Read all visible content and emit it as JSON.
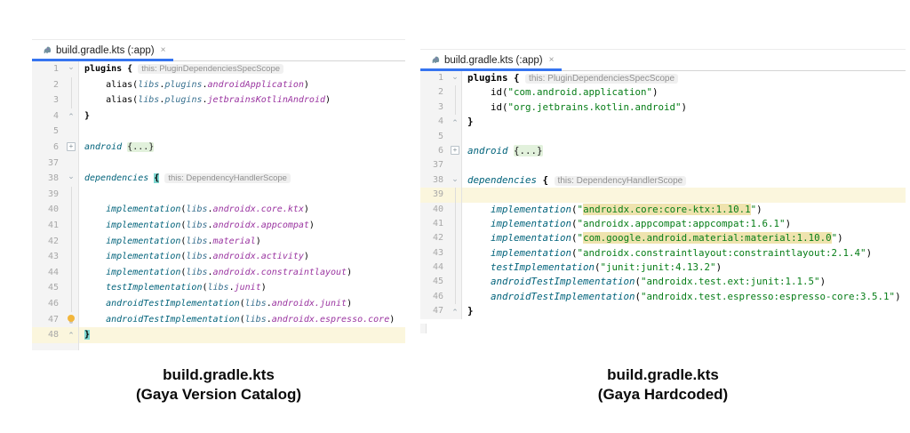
{
  "colors": {
    "tab_accent": "#3574f0",
    "string_green": "#067d17",
    "function_teal": "#00627a",
    "property_magenta": "#9a34a0",
    "brace_match_teal": "#7fd8d2",
    "current_line_bg": "#fbf6dd",
    "string_highlight_bg": "#efe3ae",
    "folded_region_bg": "#e2f1dc",
    "intention_bulb": "#f2b63c"
  },
  "left_editor": {
    "tab_title": "build.gradle.kts (:app)",
    "tab_close": "×",
    "lines": [
      {
        "n": "1",
        "g": "start",
        "cur": false,
        "t": [
          [
            "plugins ",
            "k"
          ],
          [
            "{",
            "b"
          ],
          [
            " ",
            "p"
          ],
          [
            "this: PluginDependenciesSpecScope",
            "h"
          ]
        ]
      },
      {
        "n": "2",
        "g": "line",
        "cur": false,
        "t": [
          [
            "    alias(",
            "p"
          ],
          [
            "libs",
            "l"
          ],
          [
            ".",
            "p"
          ],
          [
            "plugins",
            "l"
          ],
          [
            ".",
            "p"
          ],
          [
            "androidApplication",
            "m"
          ],
          [
            ")",
            "p"
          ]
        ]
      },
      {
        "n": "3",
        "g": "line",
        "cur": false,
        "t": [
          [
            "    alias(",
            "p"
          ],
          [
            "libs",
            "l"
          ],
          [
            ".",
            "p"
          ],
          [
            "plugins",
            "l"
          ],
          [
            ".",
            "p"
          ],
          [
            "jetbrainsKotlinAndroid",
            "m"
          ],
          [
            ")",
            "p"
          ]
        ]
      },
      {
        "n": "4",
        "g": "end",
        "cur": false,
        "t": [
          [
            "}",
            "b"
          ]
        ]
      },
      {
        "n": "5",
        "g": "",
        "cur": false,
        "t": []
      },
      {
        "n": "6",
        "g": "plus",
        "cur": false,
        "t": [
          [
            "android ",
            "f"
          ],
          [
            "{...}",
            "fd"
          ]
        ]
      },
      {
        "n": "37",
        "g": "",
        "cur": false,
        "t": []
      },
      {
        "n": "38",
        "g": "start",
        "cur": false,
        "t": [
          [
            "dependencies ",
            "f"
          ],
          [
            "{",
            "bh"
          ],
          [
            " ",
            "p"
          ],
          [
            "this: DependencyHandlerScope",
            "h"
          ]
        ]
      },
      {
        "n": "39",
        "g": "line",
        "cur": false,
        "t": []
      },
      {
        "n": "40",
        "g": "line",
        "cur": false,
        "t": [
          [
            "    ",
            "p"
          ],
          [
            "implementation",
            "f"
          ],
          [
            "(",
            "p"
          ],
          [
            "libs",
            "l"
          ],
          [
            ".",
            "p"
          ],
          [
            "androidx.core.ktx",
            "m"
          ],
          [
            ")",
            "p"
          ]
        ]
      },
      {
        "n": "41",
        "g": "line",
        "cur": false,
        "t": [
          [
            "    ",
            "p"
          ],
          [
            "implementation",
            "f"
          ],
          [
            "(",
            "p"
          ],
          [
            "libs",
            "l"
          ],
          [
            ".",
            "p"
          ],
          [
            "androidx.appcompat",
            "m"
          ],
          [
            ")",
            "p"
          ]
        ]
      },
      {
        "n": "42",
        "g": "line",
        "cur": false,
        "t": [
          [
            "    ",
            "p"
          ],
          [
            "implementation",
            "f"
          ],
          [
            "(",
            "p"
          ],
          [
            "libs",
            "l"
          ],
          [
            ".",
            "p"
          ],
          [
            "material",
            "m"
          ],
          [
            ")",
            "p"
          ]
        ]
      },
      {
        "n": "43",
        "g": "line",
        "cur": false,
        "t": [
          [
            "    ",
            "p"
          ],
          [
            "implementation",
            "f"
          ],
          [
            "(",
            "p"
          ],
          [
            "libs",
            "l"
          ],
          [
            ".",
            "p"
          ],
          [
            "androidx.activity",
            "m"
          ],
          [
            ")",
            "p"
          ]
        ]
      },
      {
        "n": "44",
        "g": "line",
        "cur": false,
        "t": [
          [
            "    ",
            "p"
          ],
          [
            "implementation",
            "f"
          ],
          [
            "(",
            "p"
          ],
          [
            "libs",
            "l"
          ],
          [
            ".",
            "p"
          ],
          [
            "androidx.constraintlayout",
            "m"
          ],
          [
            ")",
            "p"
          ]
        ]
      },
      {
        "n": "45",
        "g": "line",
        "cur": false,
        "t": [
          [
            "    ",
            "p"
          ],
          [
            "testImplementation",
            "f"
          ],
          [
            "(",
            "p"
          ],
          [
            "libs",
            "l"
          ],
          [
            ".",
            "p"
          ],
          [
            "junit",
            "m"
          ],
          [
            ")",
            "p"
          ]
        ]
      },
      {
        "n": "46",
        "g": "line",
        "cur": false,
        "t": [
          [
            "    ",
            "p"
          ],
          [
            "androidTestImplementation",
            "f"
          ],
          [
            "(",
            "p"
          ],
          [
            "libs",
            "l"
          ],
          [
            ".",
            "p"
          ],
          [
            "androidx.junit",
            "m"
          ],
          [
            ")",
            "p"
          ]
        ]
      },
      {
        "n": "47",
        "g": "bulb",
        "cur": false,
        "t": [
          [
            "    ",
            "p"
          ],
          [
            "androidTestImplementation",
            "f"
          ],
          [
            "(",
            "p"
          ],
          [
            "libs",
            "l"
          ],
          [
            ".",
            "p"
          ],
          [
            "androidx.espresso.core",
            "m"
          ],
          [
            ")",
            "p"
          ]
        ]
      },
      {
        "n": "48",
        "g": "end",
        "cur": true,
        "t": [
          [
            "}",
            "bh"
          ]
        ]
      }
    ]
  },
  "right_editor": {
    "tab_title": "build.gradle.kts (:app)",
    "tab_close": "×",
    "lines": [
      {
        "n": "1",
        "g": "start",
        "cur": false,
        "t": [
          [
            "plugins ",
            "k"
          ],
          [
            "{",
            "b"
          ],
          [
            " ",
            "p"
          ],
          [
            "this: PluginDependenciesSpecScope",
            "h"
          ]
        ]
      },
      {
        "n": "2",
        "g": "line",
        "cur": false,
        "t": [
          [
            "    id(",
            "p"
          ],
          [
            "\"com.android.application\"",
            "s"
          ],
          [
            ")",
            "p"
          ]
        ]
      },
      {
        "n": "3",
        "g": "line",
        "cur": false,
        "t": [
          [
            "    id(",
            "p"
          ],
          [
            "\"org.jetbrains.kotlin.android\"",
            "s"
          ],
          [
            ")",
            "p"
          ]
        ]
      },
      {
        "n": "4",
        "g": "end",
        "cur": false,
        "t": [
          [
            "}",
            "b"
          ]
        ]
      },
      {
        "n": "5",
        "g": "",
        "cur": false,
        "t": []
      },
      {
        "n": "6",
        "g": "plus",
        "cur": false,
        "t": [
          [
            "android ",
            "f"
          ],
          [
            "{...}",
            "fd"
          ]
        ]
      },
      {
        "n": "37",
        "g": "",
        "cur": false,
        "t": []
      },
      {
        "n": "38",
        "g": "start",
        "cur": false,
        "t": [
          [
            "dependencies ",
            "f"
          ],
          [
            "{",
            "b"
          ],
          [
            " ",
            "p"
          ],
          [
            "this: DependencyHandlerScope",
            "h"
          ]
        ]
      },
      {
        "n": "39",
        "g": "line",
        "cur": true,
        "t": []
      },
      {
        "n": "40",
        "g": "line",
        "cur": false,
        "t": [
          [
            "    ",
            "p"
          ],
          [
            "implementation",
            "f"
          ],
          [
            "(",
            "p"
          ],
          [
            "\"",
            "s"
          ],
          [
            "androidx.core:core-ktx:1.10.1",
            "sh"
          ],
          [
            "\"",
            "s"
          ],
          [
            ")",
            "p"
          ]
        ]
      },
      {
        "n": "41",
        "g": "line",
        "cur": false,
        "t": [
          [
            "    ",
            "p"
          ],
          [
            "implementation",
            "f"
          ],
          [
            "(",
            "p"
          ],
          [
            "\"androidx.appcompat:appcompat:1.6.1\"",
            "s"
          ],
          [
            ")",
            "p"
          ]
        ]
      },
      {
        "n": "42",
        "g": "line",
        "cur": false,
        "t": [
          [
            "    ",
            "p"
          ],
          [
            "implementation",
            "f"
          ],
          [
            "(",
            "p"
          ],
          [
            "\"",
            "s"
          ],
          [
            "com.google.android.material:material:1.10.0",
            "sh"
          ],
          [
            "\"",
            "s"
          ],
          [
            ")",
            "p"
          ]
        ]
      },
      {
        "n": "43",
        "g": "line",
        "cur": false,
        "t": [
          [
            "    ",
            "p"
          ],
          [
            "implementation",
            "f"
          ],
          [
            "(",
            "p"
          ],
          [
            "\"androidx.constraintlayout:constraintlayout:2.1.4\"",
            "s"
          ],
          [
            ")",
            "p"
          ]
        ]
      },
      {
        "n": "44",
        "g": "line",
        "cur": false,
        "t": [
          [
            "    ",
            "p"
          ],
          [
            "testImplementation",
            "f"
          ],
          [
            "(",
            "p"
          ],
          [
            "\"junit:junit:4.13.2\"",
            "s"
          ],
          [
            ")",
            "p"
          ]
        ]
      },
      {
        "n": "45",
        "g": "line",
        "cur": false,
        "t": [
          [
            "    ",
            "p"
          ],
          [
            "androidTestImplementation",
            "f"
          ],
          [
            "(",
            "p"
          ],
          [
            "\"androidx.test.ext:junit:1.1.5\"",
            "s"
          ],
          [
            ")",
            "p"
          ]
        ]
      },
      {
        "n": "46",
        "g": "line",
        "cur": false,
        "t": [
          [
            "    ",
            "p"
          ],
          [
            "androidTestImplementation",
            "f"
          ],
          [
            "(",
            "p"
          ],
          [
            "\"androidx.test.espresso:espresso-core:3.5.1\"",
            "s"
          ],
          [
            ")",
            "p"
          ]
        ]
      },
      {
        "n": "47",
        "g": "end",
        "cur": false,
        "t": [
          [
            "}",
            "b"
          ]
        ]
      }
    ]
  },
  "captions": {
    "left_line1": "build.gradle.kts",
    "left_line2": "(Gaya Version Catalog)",
    "right_line1": "build.gradle.kts",
    "right_line2": "(Gaya Hardcoded)"
  }
}
